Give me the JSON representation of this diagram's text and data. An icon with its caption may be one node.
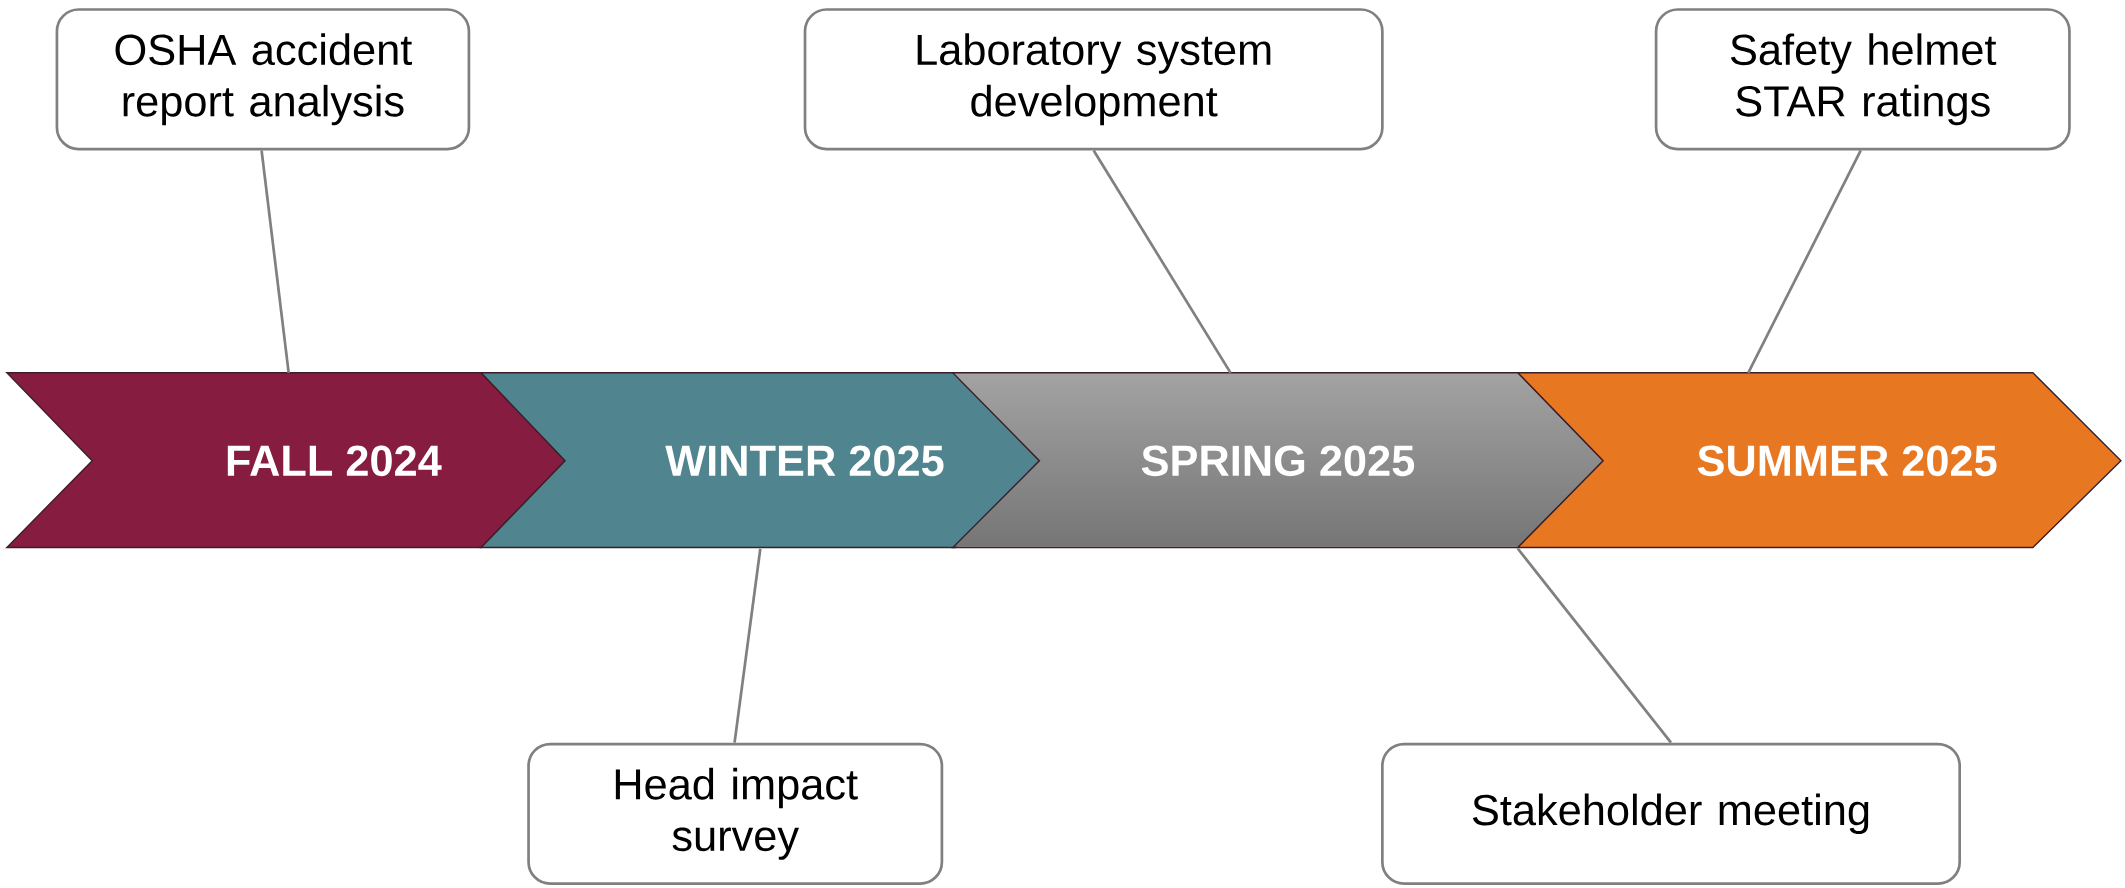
{
  "diagram": {
    "nodes": [
      {
        "text": [
          "OSHA accident report analysis"
        ]
      },
      {
        "text": [
          "Laboratory system development"
        ]
      },
      {
        "text": [
          "Safety helmet STAR ratings"
        ]
      },
      {
        "text": [
          "FALL 2024"
        ]
      },
      {
        "text": [
          "WINTER 2025"
        ]
      },
      {
        "text": [
          "SPRING 2025"
        ]
      },
      {
        "text": [
          "SUMMER 2025"
        ]
      },
      {
        "text": [
          "Head impact survey"
        ]
      },
      {
        "text": [
          "Stakeholder meeting"
        ]
      }
    ],
    "edges": [
      {
        "from": 0,
        "to": 3,
        "arrow": "none"
      },
      {
        "from": 1,
        "to": 5,
        "arrow": "none"
      },
      {
        "from": 2,
        "to": 6,
        "arrow": "none"
      },
      {
        "from": 7,
        "to": 4,
        "arrow": "none"
      },
      {
        "from": 8,
        "to": 5,
        "arrow": "none"
      }
    ]
  }
}
